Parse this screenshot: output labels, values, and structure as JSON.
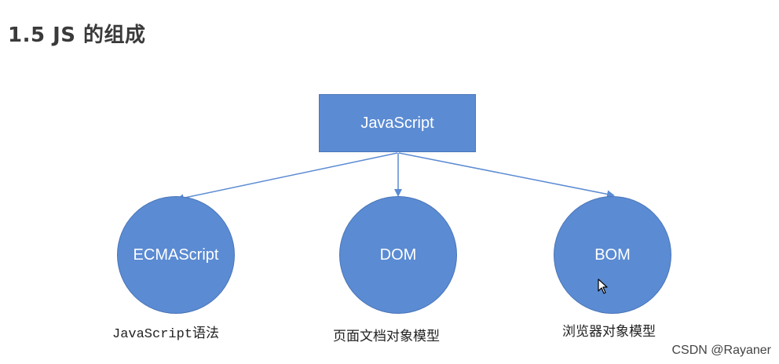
{
  "title": "1.5 JS 的组成",
  "colors": {
    "node_fill": "#5b8bd3",
    "node_border": "#4a76b8",
    "arrow": "#5b8bd3",
    "node_text": "#ffffff"
  },
  "diagram": {
    "root": {
      "label": "JavaScript"
    },
    "children": [
      {
        "label": "ECMAScript",
        "caption": "JavaScript语法"
      },
      {
        "label": "DOM",
        "caption": "页面文档对象模型"
      },
      {
        "label": "BOM",
        "caption": "浏览器对象模型"
      }
    ]
  },
  "watermark": "CSDN @Rayaner",
  "cursor_icon": "mouse-pointer-icon"
}
